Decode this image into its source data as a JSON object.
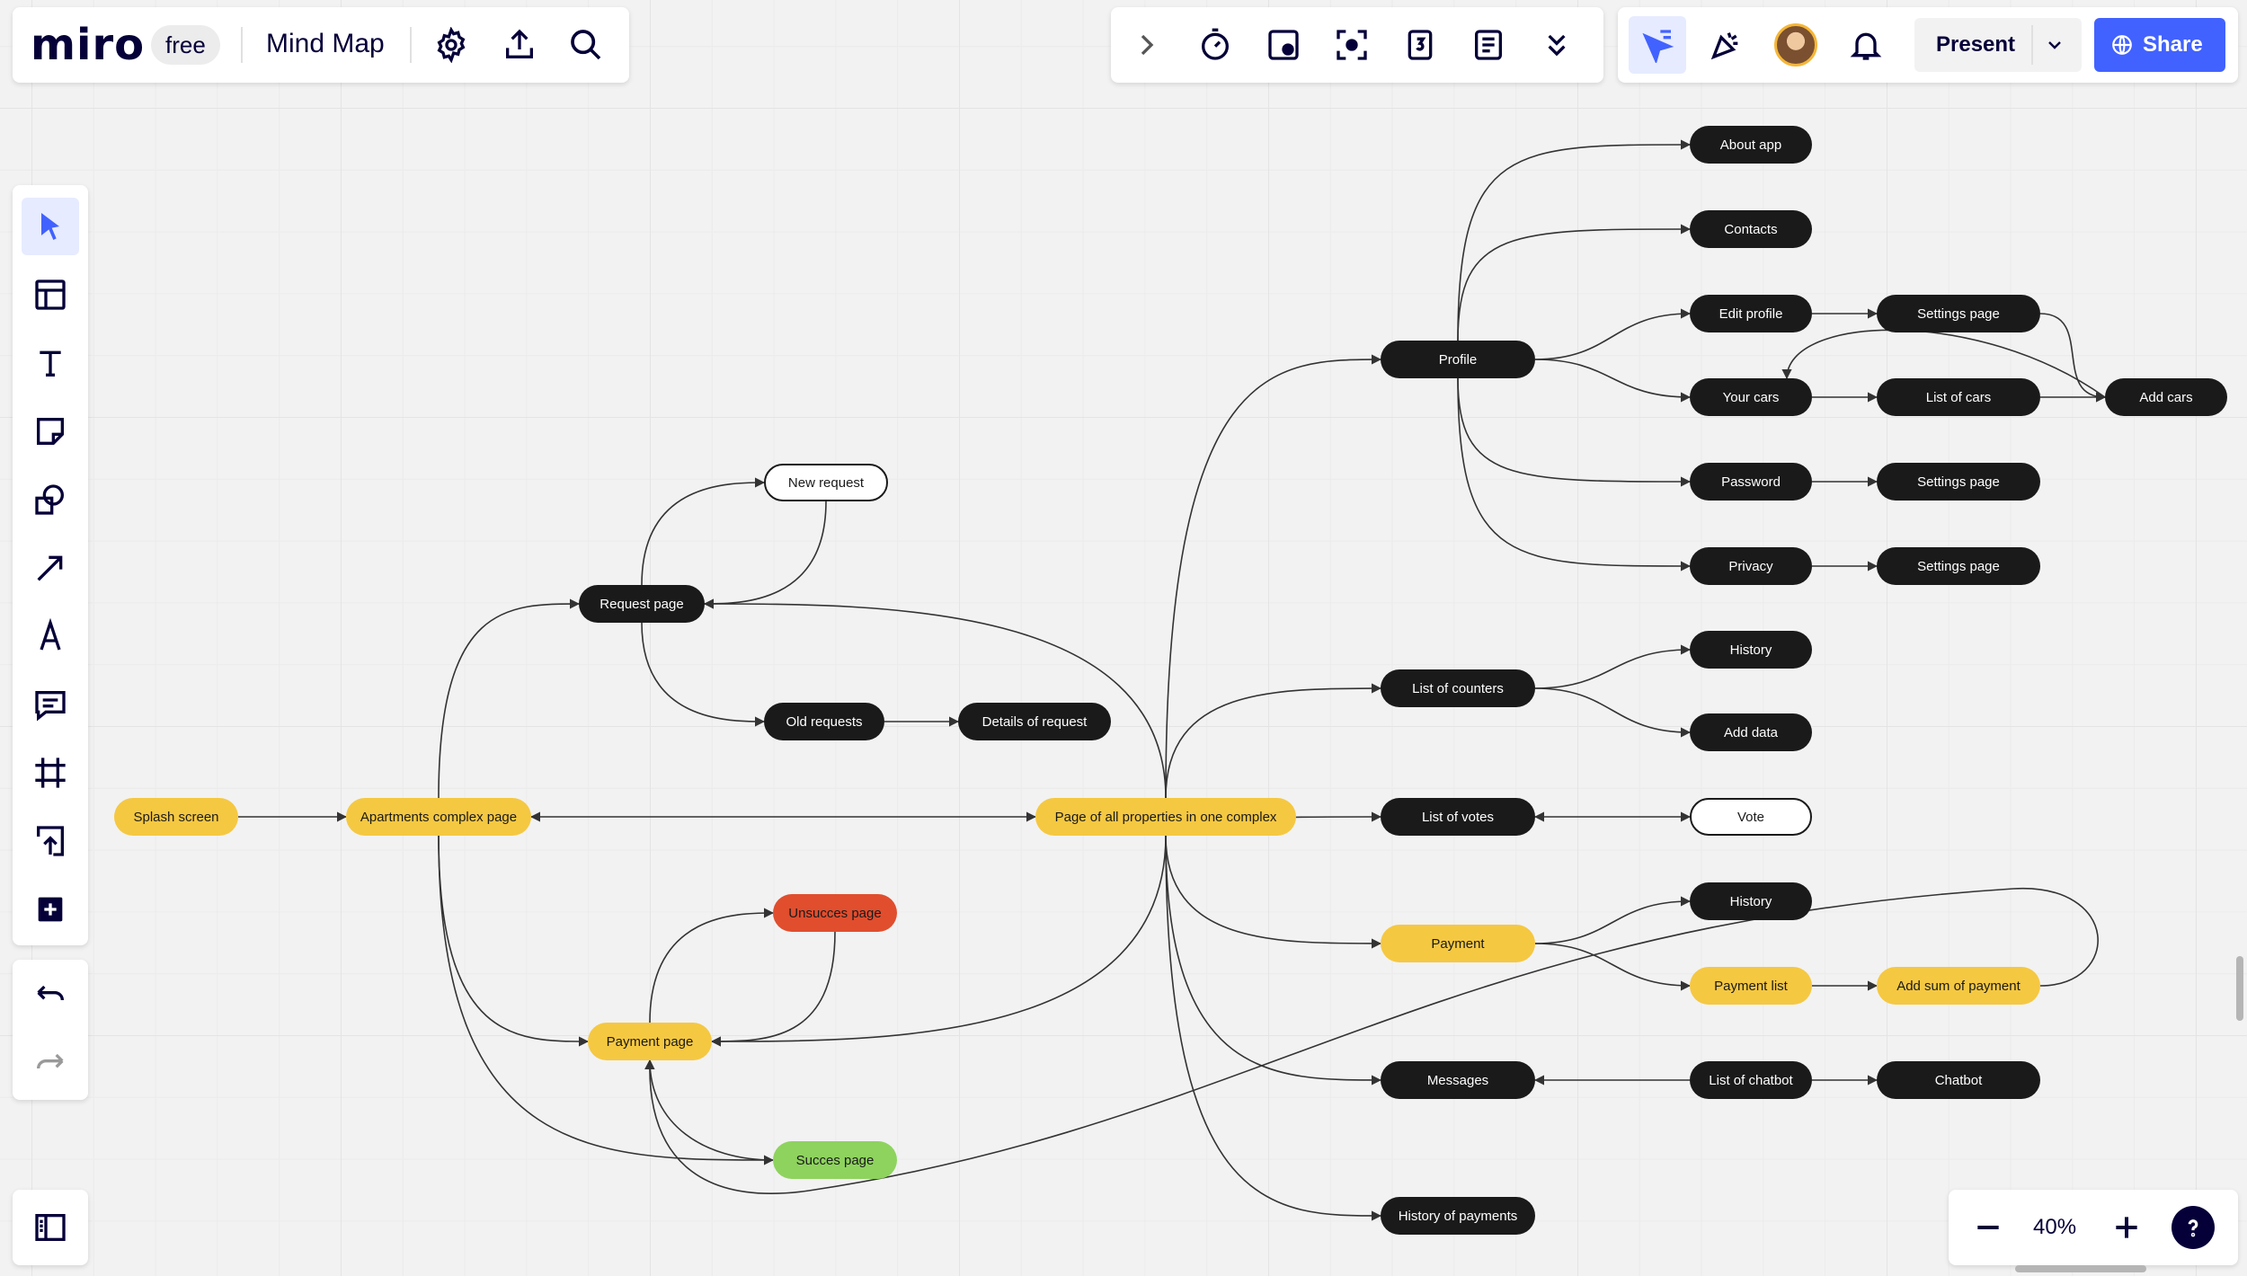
{
  "app": {
    "logo_text": "miro",
    "plan_badge": "free",
    "board_title": "Mind Map"
  },
  "header": {
    "present_label": "Present",
    "share_label": "Share",
    "share_color": "#4262ff"
  },
  "zoom": {
    "level": "40%"
  },
  "toolbar_icons": [
    "select-icon",
    "templates-icon",
    "text-icon",
    "sticky-note-icon",
    "shapes-icon",
    "connection-line-icon",
    "pen-icon",
    "comment-icon",
    "frame-icon",
    "upload-icon",
    "more-apps-icon"
  ],
  "mindmap": {
    "nodes": [
      {
        "id": "splash",
        "label": "Splash screen",
        "style": "yellow"
      },
      {
        "id": "apt",
        "label": "Apartments complex page",
        "style": "yellow"
      },
      {
        "id": "req",
        "label": "Request page",
        "style": "dark"
      },
      {
        "id": "newreq",
        "label": "New request",
        "style": "white"
      },
      {
        "id": "oldreq",
        "label": "Old requests",
        "style": "dark"
      },
      {
        "id": "details",
        "label": "Details of request",
        "style": "dark"
      },
      {
        "id": "pageall",
        "label": "Page of all properties in one complex",
        "style": "yellow"
      },
      {
        "id": "payment_page",
        "label": "Payment page",
        "style": "yellow"
      },
      {
        "id": "unsucc",
        "label": "Unsucces page",
        "style": "red"
      },
      {
        "id": "succ",
        "label": "Succes page",
        "style": "green"
      },
      {
        "id": "profile",
        "label": "Profile",
        "style": "dark"
      },
      {
        "id": "about",
        "label": "About app",
        "style": "dark"
      },
      {
        "id": "contacts",
        "label": "Contacts",
        "style": "dark"
      },
      {
        "id": "editprof",
        "label": "Edit profile",
        "style": "dark"
      },
      {
        "id": "settings1",
        "label": "Settings page",
        "style": "dark"
      },
      {
        "id": "yourcars",
        "label": "Your cars",
        "style": "dark"
      },
      {
        "id": "listcars",
        "label": "List of cars",
        "style": "dark"
      },
      {
        "id": "addcars",
        "label": "Add cars",
        "style": "dark"
      },
      {
        "id": "password",
        "label": "Password",
        "style": "dark"
      },
      {
        "id": "settings2",
        "label": "Settings page",
        "style": "dark"
      },
      {
        "id": "privacy",
        "label": "Privacy",
        "style": "dark"
      },
      {
        "id": "settings3",
        "label": "Settings page",
        "style": "dark"
      },
      {
        "id": "counters",
        "label": "List of counters",
        "style": "dark"
      },
      {
        "id": "history1",
        "label": "History",
        "style": "dark"
      },
      {
        "id": "adddata",
        "label": "Add data",
        "style": "dark"
      },
      {
        "id": "votes",
        "label": "List of votes",
        "style": "dark"
      },
      {
        "id": "vote",
        "label": "Vote",
        "style": "white"
      },
      {
        "id": "payment",
        "label": "Payment",
        "style": "yellow"
      },
      {
        "id": "history2",
        "label": "History",
        "style": "dark"
      },
      {
        "id": "paylist",
        "label": "Payment list",
        "style": "yellow"
      },
      {
        "id": "addsum",
        "label": "Add sum of payment",
        "style": "yellow"
      },
      {
        "id": "messages",
        "label": "Messages",
        "style": "dark"
      },
      {
        "id": "chatbotlist",
        "label": "List of chatbot",
        "style": "dark"
      },
      {
        "id": "chatbot",
        "label": "Chatbot",
        "style": "dark"
      },
      {
        "id": "histpay",
        "label": "History of payments",
        "style": "dark"
      }
    ],
    "connections": [
      {
        "from": "splash",
        "to": "apt"
      },
      {
        "from": "apt",
        "to": "pageall",
        "bidirectional": true
      },
      {
        "from": "apt",
        "to": "req"
      },
      {
        "from": "apt",
        "to": "payment_page"
      },
      {
        "from": "apt",
        "to": "succ"
      },
      {
        "from": "req",
        "to": "newreq"
      },
      {
        "from": "newreq",
        "to": "req"
      },
      {
        "from": "req",
        "to": "oldreq"
      },
      {
        "from": "oldreq",
        "to": "details"
      },
      {
        "from": "pageall",
        "to": "req"
      },
      {
        "from": "pageall",
        "to": "payment_page"
      },
      {
        "from": "payment_page",
        "to": "unsucc"
      },
      {
        "from": "payment_page",
        "to": "unsucc",
        "reverse": true
      },
      {
        "from": "succ",
        "to": "payment_page"
      },
      {
        "from": "addsum",
        "to": "payment_page"
      },
      {
        "from": "pageall",
        "to": "profile"
      },
      {
        "from": "pageall",
        "to": "counters"
      },
      {
        "from": "pageall",
        "to": "votes"
      },
      {
        "from": "pageall",
        "to": "payment"
      },
      {
        "from": "pageall",
        "to": "messages"
      },
      {
        "from": "pageall",
        "to": "histpay"
      },
      {
        "from": "profile",
        "to": "about"
      },
      {
        "from": "profile",
        "to": "contacts"
      },
      {
        "from": "profile",
        "to": "editprof"
      },
      {
        "from": "profile",
        "to": "yourcars"
      },
      {
        "from": "profile",
        "to": "password"
      },
      {
        "from": "profile",
        "to": "privacy"
      },
      {
        "from": "editprof",
        "to": "settings1"
      },
      {
        "from": "yourcars",
        "to": "listcars"
      },
      {
        "from": "listcars",
        "to": "addcars"
      },
      {
        "from": "settings1",
        "to": "addcars"
      },
      {
        "from": "addcars",
        "to": "yourcars"
      },
      {
        "from": "password",
        "to": "settings2"
      },
      {
        "from": "privacy",
        "to": "settings3"
      },
      {
        "from": "counters",
        "to": "history1"
      },
      {
        "from": "counters",
        "to": "adddata"
      },
      {
        "from": "votes",
        "to": "vote",
        "bidirectional": true
      },
      {
        "from": "payment",
        "to": "history2"
      },
      {
        "from": "payment",
        "to": "paylist"
      },
      {
        "from": "paylist",
        "to": "addsum"
      },
      {
        "from": "chatbotlist",
        "to": "messages"
      },
      {
        "from": "chatbotlist",
        "to": "chatbot"
      }
    ]
  }
}
